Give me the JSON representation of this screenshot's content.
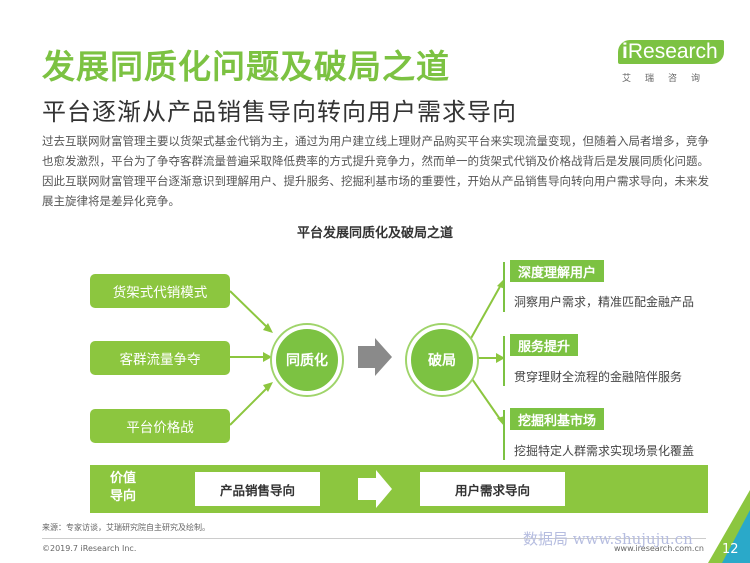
{
  "header": {
    "title": "发展同质化问题及破局之道",
    "subtitle": "平台逐渐从产品销售导向转向用户需求导向",
    "logo_text_i": "i",
    "logo_text": "Research",
    "logo_cn": "艾瑞咨询"
  },
  "intro": "过去互联网财富管理主要以货架式基金代销为主，通过为用户建立线上理财产品购买平台来实现流量变现，但随着入局者增多，竞争也愈发激烈，平台为了争夺客群流量普遍采取降低费率的方式提升竞争力，然而单一的货架式代销及价格战背后是发展同质化问题。因此互联网财富管理平台逐渐意识到理解用户、提升服务、挖掘利基市场的重要性，开始从产品销售导向转向用户需求导向，未来发展主旋律将是差异化竞争。",
  "diagram": {
    "title": "平台发展同质化及破局之道",
    "left_items": [
      "货架式代销模式",
      "客群流量争夺",
      "平台价格战"
    ],
    "center_left": "同质化",
    "center_right": "破局",
    "right_items": [
      {
        "heading": "深度理解用户",
        "desc": "洞察用户需求，精准匹配金融产品"
      },
      {
        "heading": "服务提升",
        "desc": "贯穿理财全流程的金融陪伴服务"
      },
      {
        "heading": "挖掘利基市场",
        "desc": "挖掘特定人群需求实现场景化覆盖"
      }
    ],
    "band": {
      "label_line1": "价值",
      "label_line2": "导向",
      "from": "产品销售导向",
      "to": "用户需求导向"
    }
  },
  "footer": {
    "source": "来源：专家访谈，艾瑞研究院自主研究及绘制。",
    "copyright": "©2019.7 iResearch Inc.",
    "site": "www.iresearch.com.cn",
    "page": "12",
    "watermark": "数据局 www.shujuju.cn"
  },
  "colors": {
    "accent": "#7cc242",
    "box": "#8cc63f",
    "text": "#444444"
  }
}
